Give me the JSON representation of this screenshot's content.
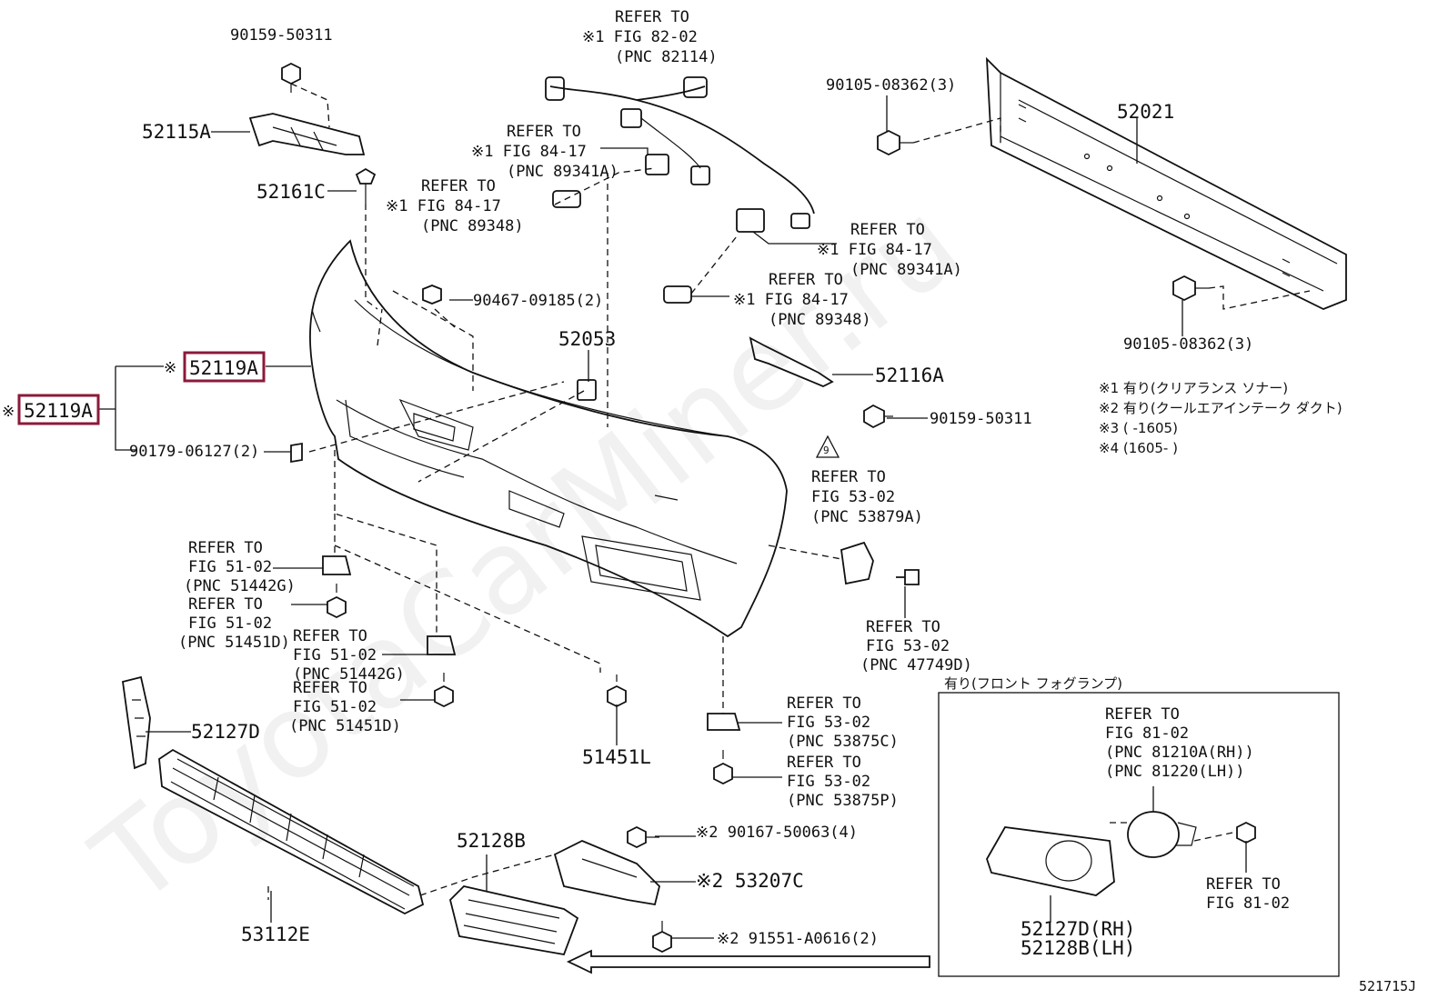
{
  "watermark": "ToyotaCarMiner.ru",
  "figure_code": "521715J",
  "highlight_color": "#8b1a3a",
  "labels": {
    "p90159_top": "90159-50311",
    "p52115A": "52115A",
    "p52161C": "52161C",
    "ref_82_02": [
      "REFER TO",
      "※1 FIG 82-02",
      "(PNC 82114)"
    ],
    "ref_84_17_a": [
      "REFER TO",
      "※1 FIG 84-17",
      "(PNC 89341A)"
    ],
    "ref_84_17_b": [
      "REFER TO",
      "※1 FIG 84-17",
      "(PNC 89348)"
    ],
    "ref_84_17_c": [
      "REFER TO",
      "※1 FIG 84-17",
      "(PNC 89341A)"
    ],
    "ref_84_17_d": [
      "REFER TO",
      "※1 FIG 84-17",
      "(PNC 89348)"
    ],
    "p90105_top": "90105-08362(3)",
    "p52021": "52021",
    "p90105_bottom": "90105-08362(3)",
    "p90467": "90467-09185(2)",
    "p52053": "52053",
    "p52119A_inner_prefix": "※",
    "p52119A_inner": "52119A",
    "p52119A_outer_prefix": "※",
    "p52119A_outer": "52119A",
    "p90179": "90179-06127(2)",
    "p52116A": "52116A",
    "p90159_right": "90159-50311",
    "notes": [
      "※1 有り(クリアランス ソナー)",
      "※2 有り(クールエアインテーク ダクト)",
      "※3 (        -1605)",
      "※4 (1605-        )"
    ],
    "warn_number": "9",
    "ref_53_02_a": [
      "REFER TO",
      "FIG 53-02",
      "(PNC 53879A)"
    ],
    "ref_51_02_a": [
      "REFER TO",
      "FIG 51-02",
      "(PNC 51442G)"
    ],
    "ref_51_02_b": [
      "REFER TO",
      "FIG 51-02",
      "(PNC 51451D)"
    ],
    "ref_51_02_c": [
      "REFER TO",
      "FIG 51-02",
      "(PNC 51442G)"
    ],
    "ref_51_02_d": [
      "REFER TO",
      "FIG 51-02",
      "(PNC 51451D)"
    ],
    "ref_53_02_b": [
      "REFER TO",
      "FIG 53-02",
      "(PNC 47749D)"
    ],
    "fog_box_title": "有り(フロント フォグランプ)",
    "ref_81_02_a": [
      "REFER TO",
      "FIG 81-02",
      "(PNC 81210A(RH))",
      "(PNC 81220(LH))"
    ],
    "ref_81_02_b": [
      "REFER TO",
      "FIG 81-02"
    ],
    "fog_parts": [
      "52127D(RH)",
      "52128B(LH)"
    ],
    "p52127D": "52127D",
    "p51451L": "51451L",
    "ref_53_02_c": [
      "REFER TO",
      "FIG 53-02",
      "(PNC 53875C)"
    ],
    "ref_53_02_d": [
      "REFER TO",
      "FIG 53-02",
      "(PNC 53875P)"
    ],
    "p52128B": "52128B",
    "p90167": "※2 90167-50063(4)",
    "p53207C": "※2 53207C",
    "p91551": "※2 91551-A0616(2)",
    "p53112E": "53112E"
  }
}
